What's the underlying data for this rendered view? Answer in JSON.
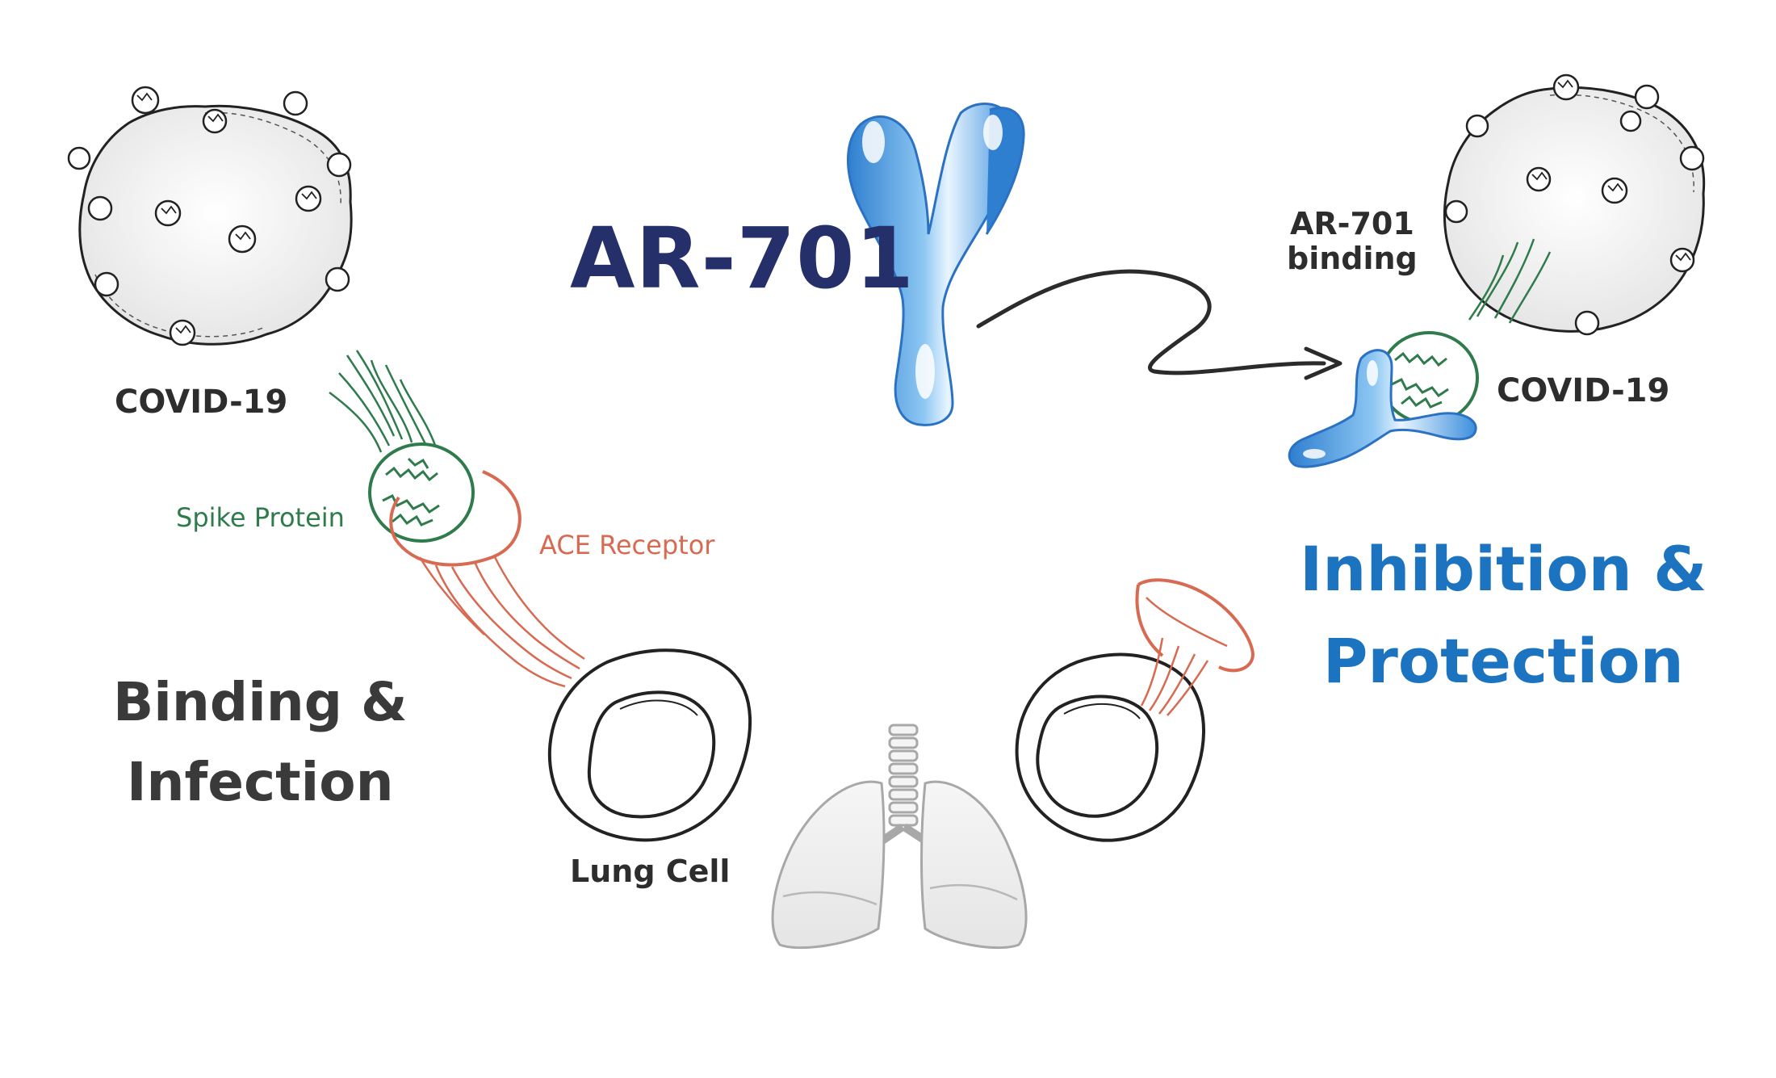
{
  "title": "AR-701",
  "labels": {
    "covid_left": "COVID-19",
    "covid_right": "COVID-19",
    "spike_protein": "Spike Protein",
    "ace_receptor": "ACE Receptor",
    "ar701_binding_line1": "AR-701",
    "ar701_binding_line2": "binding",
    "binding_infection_line1": "Binding &",
    "binding_infection_line2": "Infection",
    "inhibition_protection_line1": "Inhibition &",
    "inhibition_protection_line2": "Protection",
    "lung_cell": "Lung Cell"
  },
  "colors": {
    "title": "#25306b",
    "antibody": "#3d8fdc",
    "spike": "#2f7b4c",
    "receptor": "#d86a52",
    "highlight": "#1c73c0",
    "outline": "#222222"
  },
  "icons": [
    "virus-icon",
    "antibody-icon",
    "lung-cell-icon",
    "lungs-icon",
    "arrow-icon"
  ]
}
